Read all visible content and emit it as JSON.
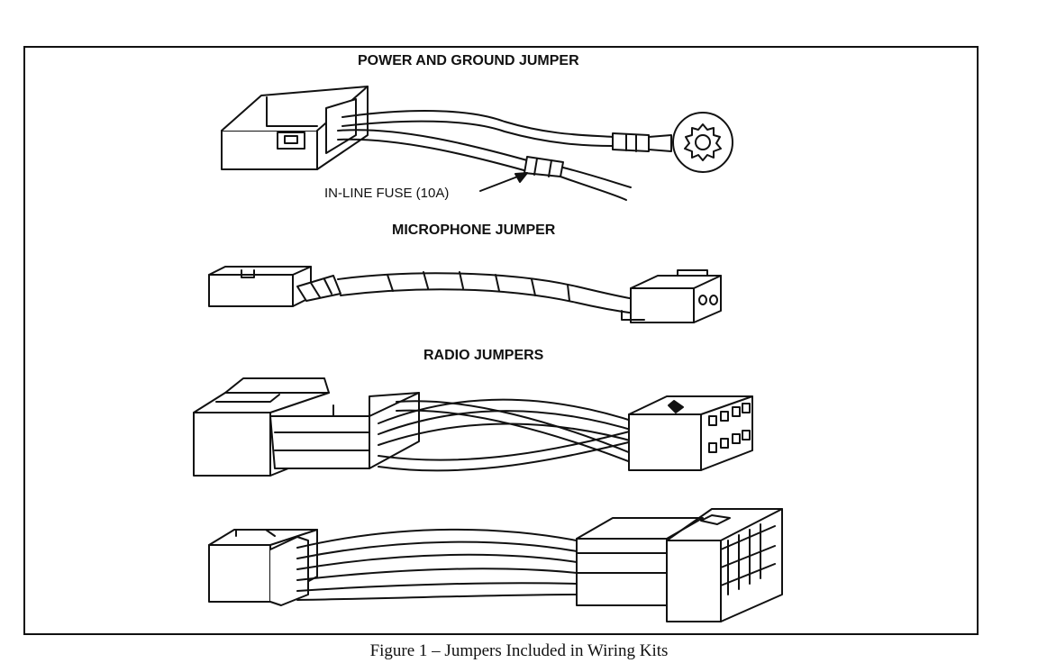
{
  "labels": {
    "power_ground": "POWER AND GROUND JUMPER",
    "fuse": "IN-LINE FUSE (10A)",
    "microphone": "MICROPHONE JUMPER",
    "radio": "RADIO JUMPERS"
  },
  "caption": "Figure 1 – Jumpers Included in Wiring Kits"
}
